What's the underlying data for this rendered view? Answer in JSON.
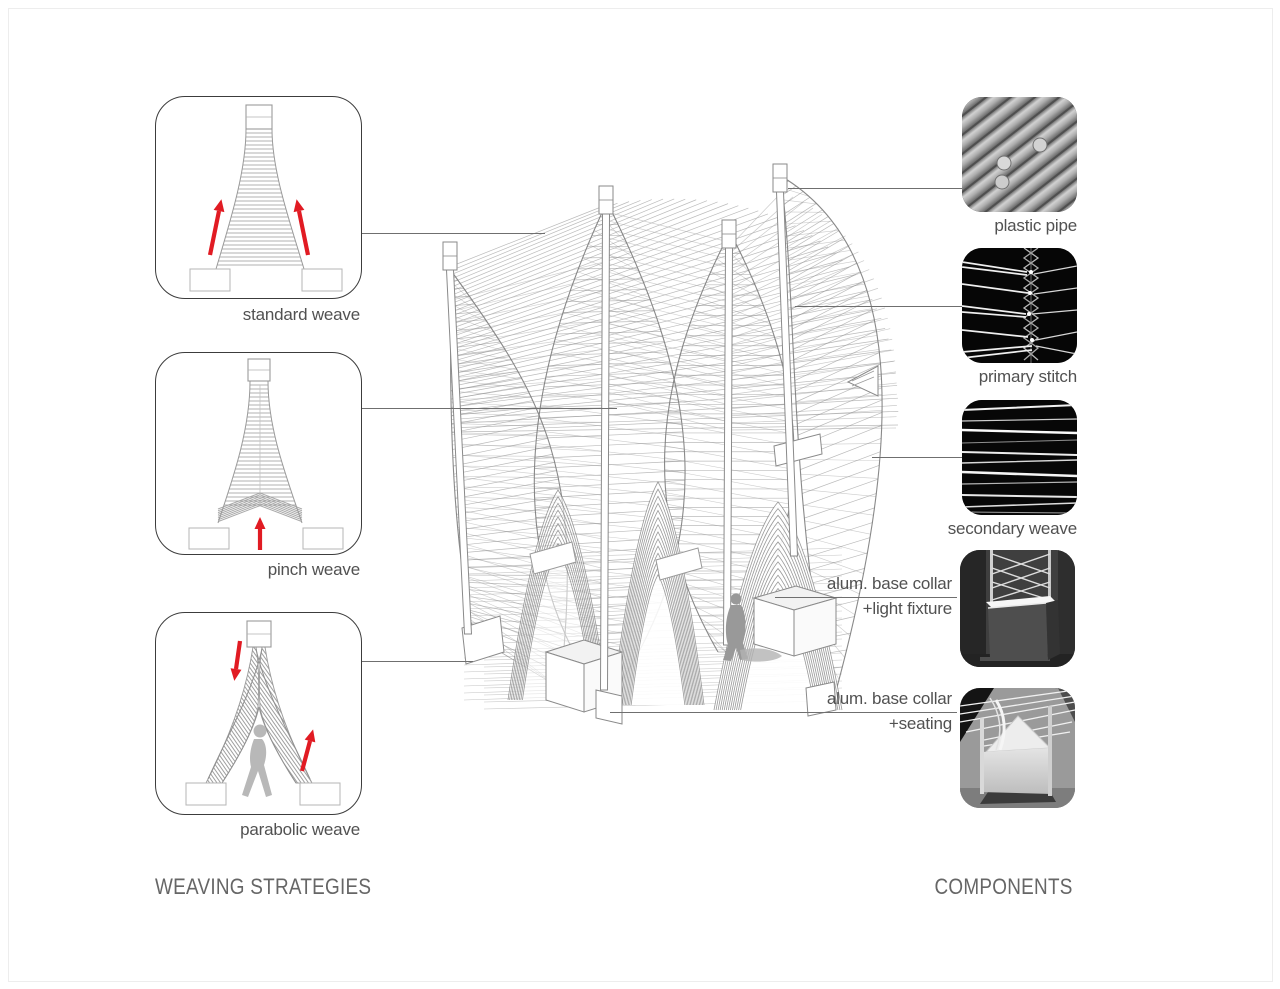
{
  "page": {
    "background": "#ffffff",
    "frame_color": "#ededed",
    "accent_red": "#e11b23",
    "wireframe_gray": "#8e8e8e",
    "label_gray": "#515151",
    "title_gray": "#666666"
  },
  "weaving_strategies": {
    "title": "WEAVING STRATEGIES",
    "items": [
      {
        "id": "standard-weave",
        "label": "standard weave"
      },
      {
        "id": "pinch-weave",
        "label": "pinch weave"
      },
      {
        "id": "parabolic-weave",
        "label": "parabolic weave"
      }
    ]
  },
  "components": {
    "title": "COMPONENTS",
    "items": [
      {
        "id": "plastic-pipe",
        "label": "plastic pipe"
      },
      {
        "id": "primary-stitch",
        "label": "primary stitch"
      },
      {
        "id": "secondary-weave",
        "label": "secondary weave"
      },
      {
        "id": "alum-base-collar-light-fixture",
        "label": "alum. base collar",
        "label2": "+light fixture"
      },
      {
        "id": "alum-base-collar-seating",
        "label": "alum. base collar",
        "label2": "+seating"
      }
    ]
  }
}
